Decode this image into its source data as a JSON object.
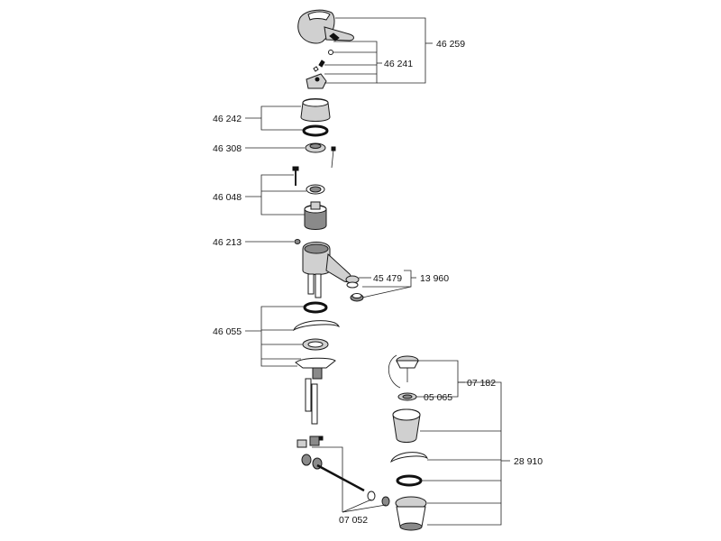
{
  "labels": {
    "p46259": "46 259",
    "p46241": "46 241",
    "p46242": "46 242",
    "p46308": "46 308",
    "p46048": "46 048",
    "p46213": "46 213",
    "p45479": "45 479",
    "p13960": "13 960",
    "p46055": "46 055",
    "p07182": "07 182",
    "p05065": "05 065",
    "p28910": "28 910",
    "p07052": "07 052"
  }
}
